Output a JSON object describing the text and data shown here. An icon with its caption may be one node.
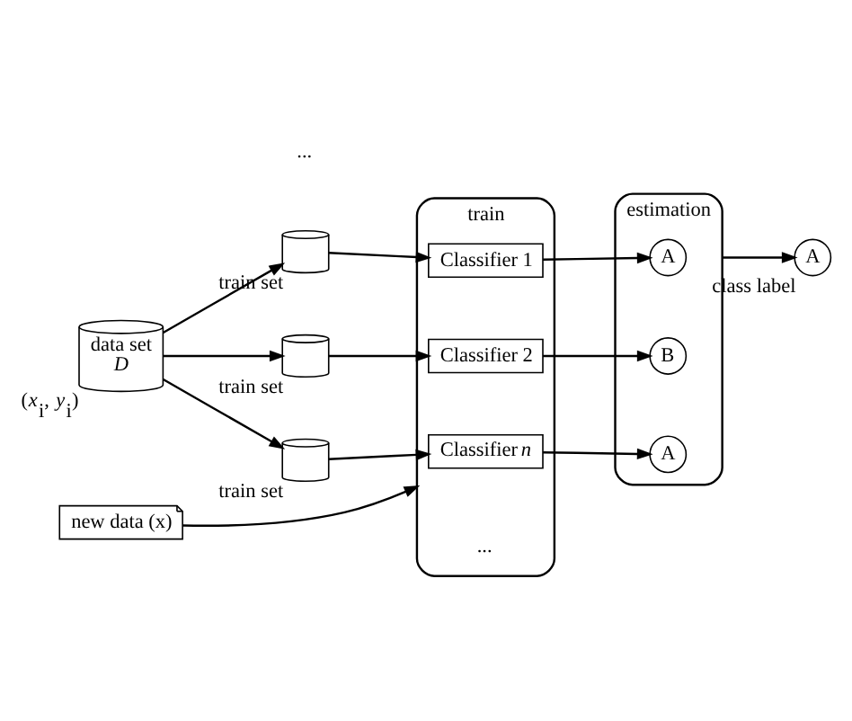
{
  "diagram": {
    "nodes": [
      {
        "text": [
          "data set",
          "*D*"
        ],
        "beside": [
          "(*x*$_{i}$, *y*$_{i}$)"
        ]
      },
      {
        "text": [],
        "shape": "cylinder",
        "beside": [
          "train set"
        ]
      },
      {
        "text": [],
        "shape": "cylinder",
        "beside": [
          "train set"
        ]
      },
      {
        "text": [],
        "shape": "cylinder",
        "beside": [
          "train set"
        ]
      },
      {
        "text": [
          "train"
        ]
      },
      {
        "text": [
          "Classifier 1"
        ],
        "in": 4
      },
      {
        "text": [
          "Classifier 2"
        ],
        "in": 4
      },
      {
        "text": [
          "Classifier *n*"
        ],
        "in": 4
      },
      {
        "text": [
          "estimation"
        ]
      },
      {
        "text": [
          "A"
        ],
        "in": 8
      },
      {
        "text": [
          "B"
        ],
        "in": 8
      },
      {
        "text": [
          "A"
        ],
        "in": 8
      },
      {
        "text": [
          "A"
        ],
        "beside": [
          "class label"
        ]
      },
      {
        "text": [
          "new data (x)"
        ]
      }
    ],
    "edges": [
      {
        "from": 0,
        "to": 1,
        "arrow": "to"
      },
      {
        "from": 0,
        "to": 2,
        "arrow": "to"
      },
      {
        "from": 0,
        "to": 3,
        "arrow": "to"
      },
      {
        "from": 1,
        "to": 5,
        "arrow": "to"
      },
      {
        "from": 2,
        "to": 6,
        "arrow": "to"
      },
      {
        "from": 3,
        "to": 7,
        "arrow": "to"
      },
      {
        "from": 5,
        "to": 9,
        "arrow": "to"
      },
      {
        "from": 6,
        "to": 10,
        "arrow": "to"
      },
      {
        "from": 7,
        "to": 11,
        "arrow": "to"
      },
      {
        "from": 8,
        "to": 12,
        "arrow": "to"
      },
      {
        "from": 13,
        "to": 4,
        "arrow": "to"
      }
    ],
    "labels": [
      "...",
      "..."
    ]
  }
}
